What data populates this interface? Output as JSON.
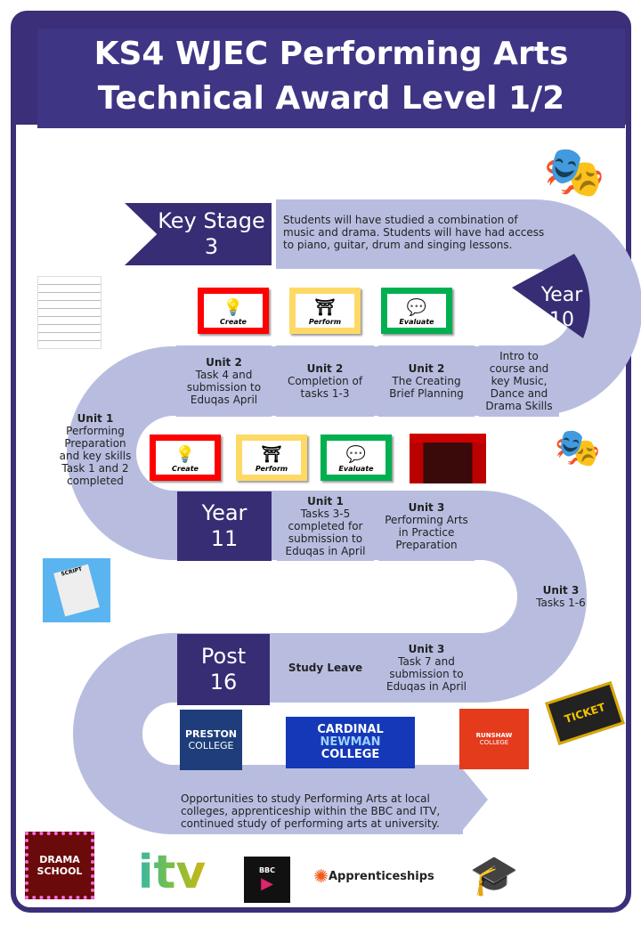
{
  "title": {
    "line1": "KS4 WJEC Performing Arts",
    "line2": "Technical Award Level 1/2"
  },
  "ks3": {
    "label1": "Key Stage",
    "label2": "3",
    "text": "Students will have studied a combination of music and drama.  Students will have had access to piano, guitar, drum and singing lessons."
  },
  "year10": {
    "label1": "Year",
    "label2": "10",
    "intro": "Intro to course and key Music, Dance and Drama Skills"
  },
  "cards": {
    "create": "Create",
    "perform": "Perform",
    "evaluate": "Evaluate"
  },
  "row2": [
    {
      "unit": "Unit 2",
      "text": "Task 4 and submission to Eduqas April"
    },
    {
      "unit": "Unit 2",
      "text": "Completion of tasks 1-3"
    },
    {
      "unit": "Unit 2",
      "text": "The Creating Brief Planning"
    }
  ],
  "unit1_left": {
    "unit": "Unit 1",
    "text": "Performing Preparation and key skills Task 1 and 2 completed"
  },
  "year11": {
    "label1": "Year",
    "label2": "11"
  },
  "row3": [
    {
      "unit": "Unit 1",
      "text": "Tasks 3-5 completed for submission to Eduqas in April"
    },
    {
      "unit": "Unit 3",
      "text": "Performing Arts in Practice Preparation"
    }
  ],
  "unit3_right": {
    "unit": "Unit 3",
    "text": "Tasks 1-6"
  },
  "post16": {
    "label1": "Post",
    "label2": "16"
  },
  "row4": [
    {
      "text": "Study Leave"
    },
    {
      "unit": "Unit 3",
      "text": "Task 7 and submission to Eduqas in April"
    }
  ],
  "final_text": "Opportunities to study Performing Arts at local colleges, apprenticeship within the BBC and ITV, continued study of performing arts at university.",
  "logos": {
    "preston1": "PRESTON",
    "preston2": "COLLEGE",
    "cardinal1": "CARDINAL",
    "cardinal2": "NEWMAN",
    "cardinal3": "COLLEGE",
    "runshaw1": "RUNSHAW",
    "runshaw2": "COLLEGE",
    "drama1": "DRAMA",
    "drama2": "SCHOOL",
    "itv": "itv",
    "bbc": "BBC",
    "apprenticeships": "Apprenticeships",
    "ticket": "TICKET",
    "script": "SCRIPT"
  },
  "colors": {
    "primary": "#372d74",
    "road": "#b8bde0"
  }
}
